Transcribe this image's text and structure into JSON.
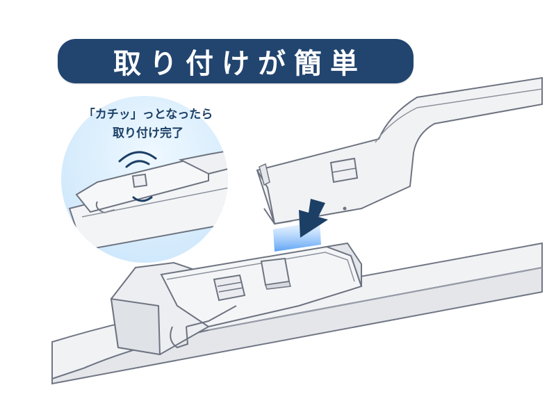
{
  "title": "取り付けが簡単",
  "callout": {
    "line1": "「カチッ」っとなったら",
    "line2": "取り付け完了"
  },
  "colors": {
    "title_bg": "#22456f",
    "title_text": "#ffffff",
    "callout_text": "#1c3f66",
    "callout_bg": "#dcefff",
    "arrow": "#1c3f66",
    "part_fill": "#f2f3f5",
    "part_stroke": "#6d7380"
  },
  "icons": [
    "click-sound-icon",
    "down-arrow-icon"
  ]
}
